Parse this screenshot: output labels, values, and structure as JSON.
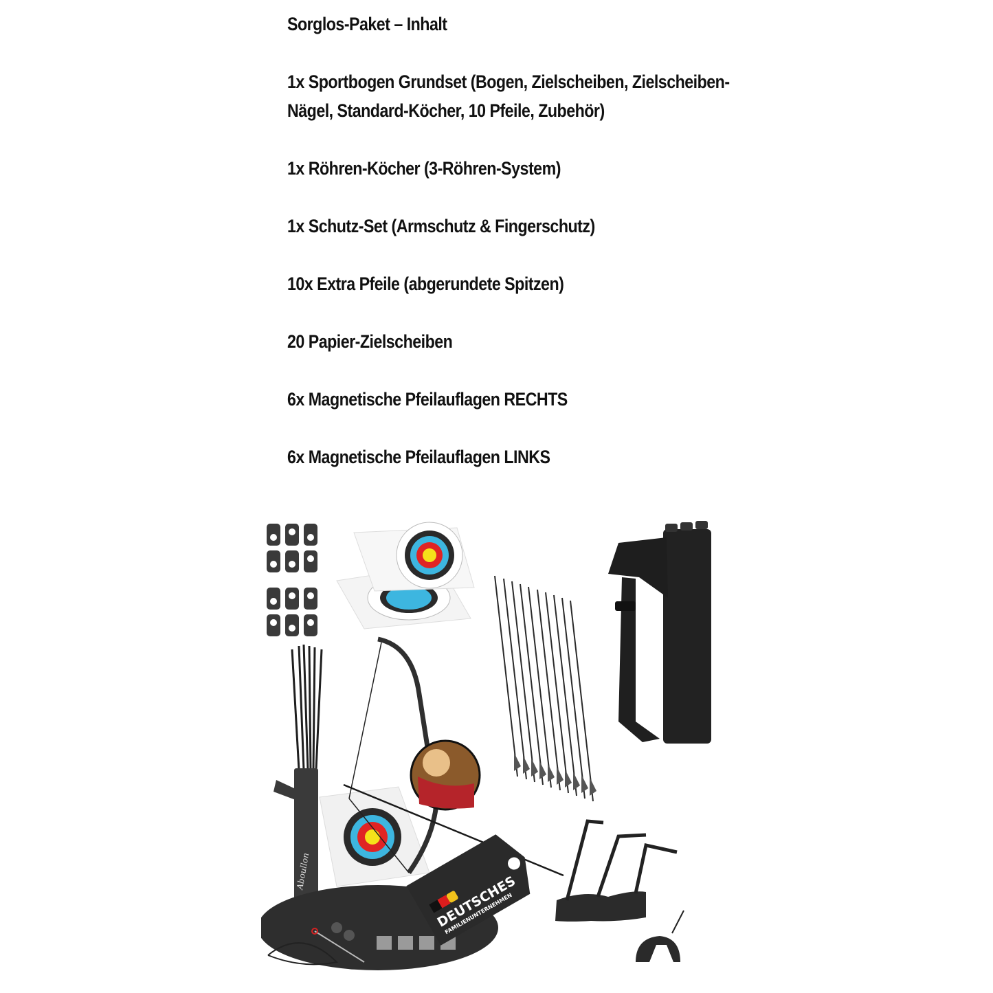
{
  "package": {
    "title": "Sorglos-Paket – Inhalt",
    "items": [
      {
        "label": "1x Sportbogen Grundset (Bogen, Zielscheiben, Zielscheiben-Nägel, Standard-Köcher, 10 Pfeile, Zubehör)"
      },
      {
        "label": "1x Röhren-Köcher (3-Röhren-System)"
      },
      {
        "label": "1x Schutz-Set (Armschutz & Fingerschutz)"
      },
      {
        "label": "10x Extra Pfeile (abgerundete Spitzen)"
      },
      {
        "label": "20 Papier-Zielscheiben"
      },
      {
        "label": "6x Magnetische Pfeilauflagen RECHTS"
      },
      {
        "label": "6x Magnetische Pfeilauflagen LINKS"
      }
    ]
  },
  "product_image": {
    "badge_line1": "DEUTSCHES",
    "badge_line2": "FAMILIENUNTERNEHMEN",
    "brand_mark": "Aboullon",
    "colors": {
      "black": "#2b2b2b",
      "target_yellow": "#f5e21a",
      "target_red": "#e02424",
      "target_blue": "#3db6e0",
      "flag_black": "#111111",
      "flag_red": "#dd1d1d",
      "flag_gold": "#f2c21b"
    }
  }
}
